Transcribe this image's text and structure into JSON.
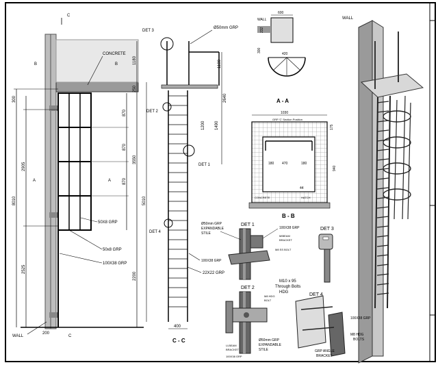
{
  "labels": {
    "concrete": "CONCRETE",
    "wall": "WALL",
    "wall_3d": "WALL",
    "det1_ref": "DET 1",
    "det2_ref": "DET 2",
    "det3_ref": "DET 3",
    "det4_ref": "DET 4",
    "grp50_cc": "Ø50mm GRP",
    "grp50x8_a": "50X8 GRP",
    "grp50x8_b": "50x8 GRP",
    "grp100x38": "100X38 GRP",
    "grp22x22": "22X22 GRP",
    "grp100x38_cc": "100X38 GRP",
    "section_aa": "A - A",
    "section_bb": "B - B",
    "section_cc": "C - C",
    "hatch": "HATCH",
    "concrete_bb": "CONCRETE",
    "grp_c_section": "GRP 'C' Section Position",
    "marker_a": "A",
    "marker_b": "B",
    "marker_c": "C"
  },
  "dims": {
    "d300": "300",
    "d2905": "2905",
    "d8010": "8010",
    "d2525": "2525",
    "d200": "200",
    "d1180": "1180",
    "d250": "250",
    "d3550": "3550",
    "d870a": "870",
    "d870b": "870",
    "d870c": "870",
    "d2200": "2200",
    "d1100": "1100",
    "d2640": "2640",
    "d1200": "1200",
    "d1490": "1490",
    "d5010": "5010",
    "d400cc": "400",
    "d600": "600",
    "d420": "420",
    "d300aa": "300",
    "d232": "232",
    "d1030": "1030",
    "d940": "940",
    "d470": "470",
    "d180a": "180",
    "d180b": "180",
    "d44": "44",
    "d175": "175"
  },
  "details": {
    "det1": {
      "title": "DET 1",
      "stile": "Ø50mm GRP",
      "stile2": "EXPANDABLE",
      "stile3": "STILE",
      "beam": "100X38 GRP",
      "bracket": "MIBEAM",
      "bracket2": "BRACKET",
      "bolt": "M8 SS BOLT"
    },
    "det2": {
      "title": "DET 2",
      "bolt": "M8 HDG",
      "bolt2": "BOLT",
      "stile": "Ø50mm GRP",
      "stile2": "EXPANDABLE",
      "stile3": "STILE",
      "ubeam": "U-BEAM",
      "ubeam2": "BRACKET",
      "beam": "100X38 GRP"
    },
    "det3": {
      "title": "DET 3"
    },
    "det4": {
      "title": "DET 4",
      "bolts": "M10 x 95",
      "bolts2": "Through Bolts",
      "bolts3": "HDG",
      "beam": "100X38 GRP",
      "m8": "M8 HDG",
      "m8b": "BOLTS",
      "angle": "GRP ANGLE",
      "angle2": "BRACKET"
    }
  }
}
